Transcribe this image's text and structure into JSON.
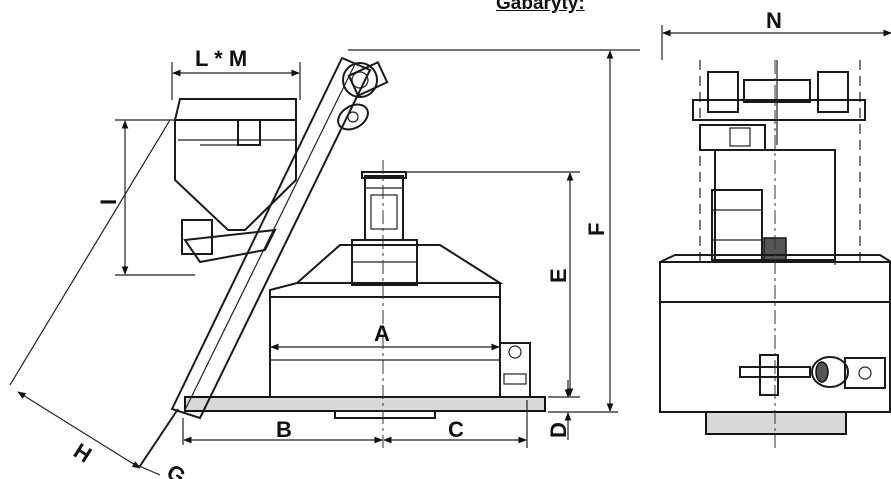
{
  "title": "Gabaryty:",
  "labels": {
    "A": "A",
    "B": "B",
    "C": "C",
    "D": "D",
    "E": "E",
    "F": "F",
    "G": "G",
    "H": "H",
    "I": "I",
    "LM": "L * M",
    "N": "N"
  }
}
